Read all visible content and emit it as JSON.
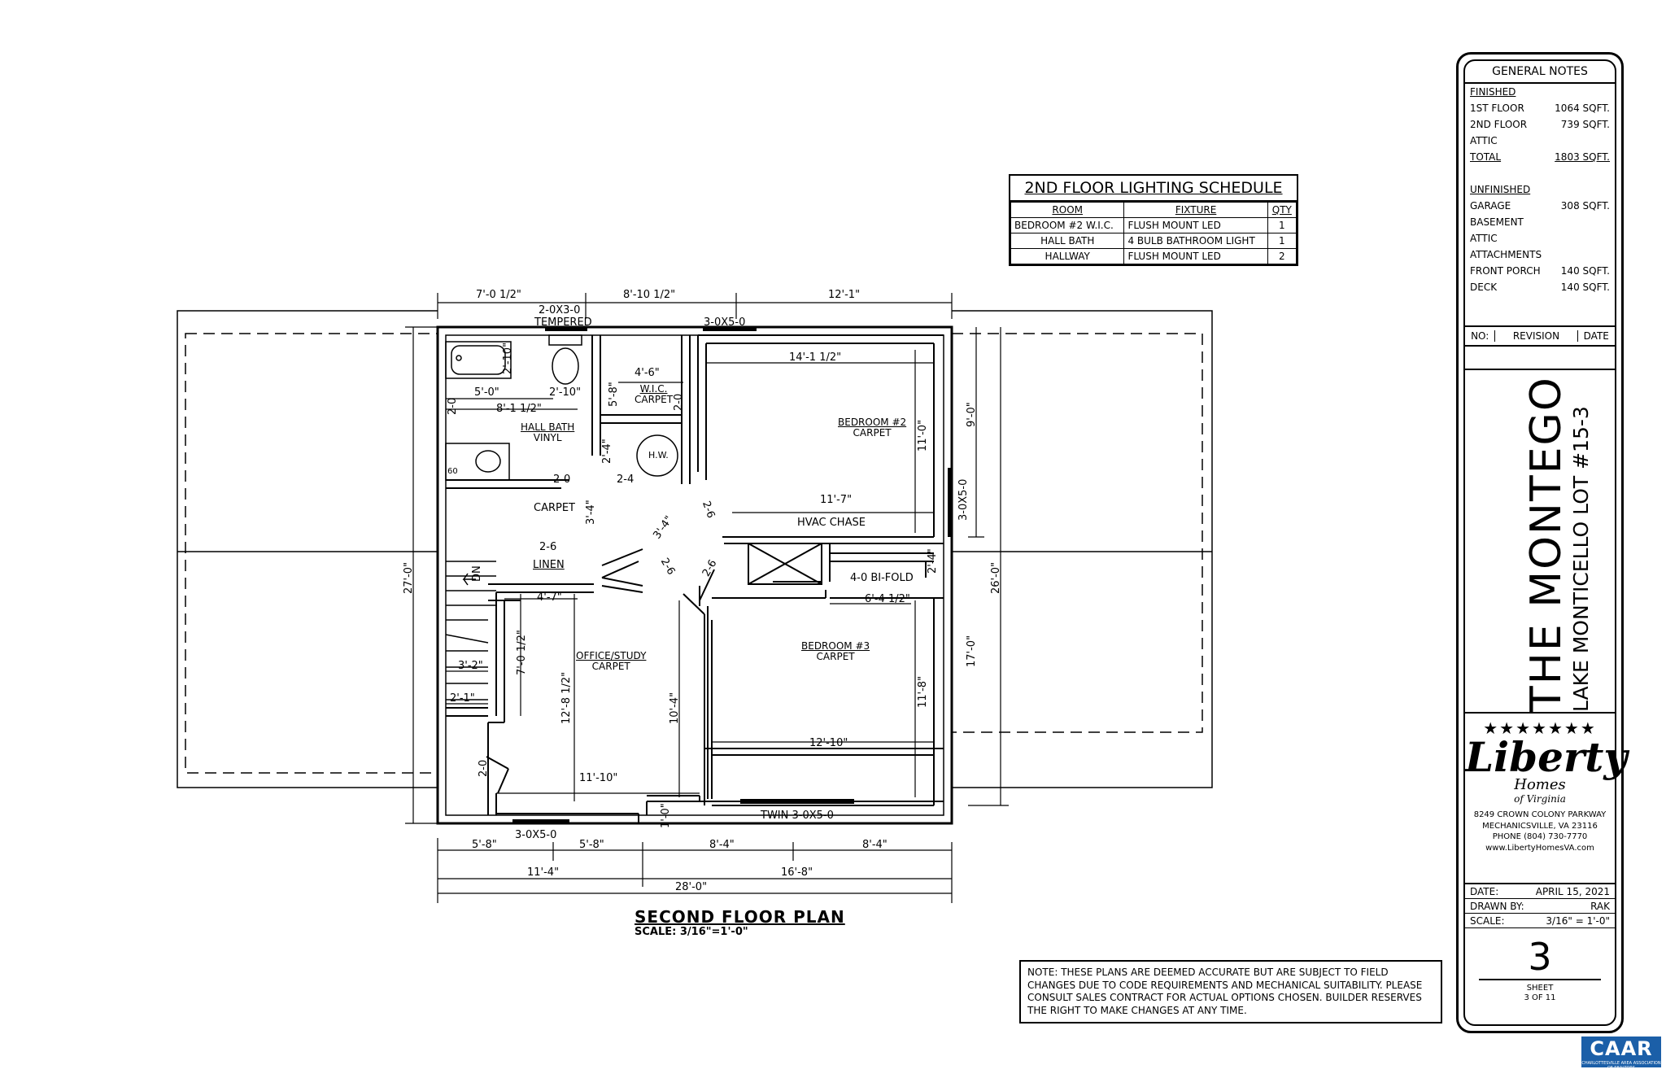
{
  "plan": {
    "title": "SECOND FLOOR PLAN",
    "scale": "SCALE: 3/16\"=1'-0\"",
    "rooms": {
      "hall_bath": [
        "HALL BATH",
        "VINYL"
      ],
      "wic": [
        "W.I.C.",
        "CARPET"
      ],
      "bedroom2": [
        "BEDROOM #2",
        "CARPET"
      ],
      "office": [
        "OFFICE/STUDY",
        "CARPET"
      ],
      "bedroom3": [
        "BEDROOM #3",
        "CARPET"
      ],
      "carpet": "CARPET",
      "linen": "LINEN",
      "hvac": "HVAC CHASE",
      "hw": "H.W.",
      "dn": "DN",
      "bifold": "4-0 BI-FOLD"
    },
    "windows": {
      "top_left": "2-0X3-0",
      "top_left_2": "TEMPERED",
      "top_right": "3-0X5-0",
      "right": "3-0X5-0",
      "bottom_left": "3-0X5-0",
      "bottom_right": "TWIN 3-0X5-0"
    },
    "dims_top": [
      "7'-0 1/2\"",
      "8'-10 1/2\"",
      "12'-1\""
    ],
    "dims_bottom_1": [
      "5'-8\"",
      "5'-8\"",
      "8'-4\"",
      "8'-4\""
    ],
    "dims_bottom_2": [
      "11'-4\"",
      "16'-8\""
    ],
    "dims_bottom_3": "28'-0\"",
    "dims_left": "27'-0\"",
    "dims_right": [
      "9'-0\"",
      "17'-0\"",
      "26'-0\""
    ],
    "dims_interior": {
      "d1": "14'-1 1/2\"",
      "d2": "11'-7\"",
      "d3": "12'-10\"",
      "d4": "11'-10\"",
      "d5": "6'-4 1/2\"",
      "d6": "4'-6\"",
      "d7": "5'-0\"",
      "d8": "2'-10\"",
      "d9": "8'-1 1/2\"",
      "d10": "4'-7\"",
      "d11": "3'-2\"",
      "d12": "2'-1\"",
      "d13": "2-0",
      "d14": "2-4",
      "d15": "2-6",
      "d16": "2-6",
      "d17": "2-6",
      "d18": "2-6",
      "d19": "3'-4\"",
      "d20": "3'-4\"",
      "d21": "11'-0\"",
      "d22": "11'-8\"",
      "d23": "10'-4\"",
      "d24": "12'-8 1/2\"",
      "d25": "7'-0 1/2\"",
      "d26": "2'-10\"",
      "d27": "5'-8\"",
      "d28": "2'-4\"",
      "d29": "2-0",
      "d30": "2-0",
      "d31": "1'-0\"",
      "d32": "2'-4\"",
      "d33": "2-0",
      "d34": "60"
    }
  },
  "lighting": {
    "title": "2ND FLOOR LIGHTING SCHEDULE",
    "headers": [
      "ROOM",
      "FIXTURE",
      "QTY"
    ],
    "rows": [
      [
        "BEDROOM #2 W.I.C.",
        "FLUSH MOUNT LED",
        "1"
      ],
      [
        "HALL BATH",
        "4 BULB BATHROOM LIGHT",
        "1"
      ],
      [
        "HALLWAY",
        "FLUSH MOUNT LED",
        "2"
      ]
    ]
  },
  "notes": {
    "header": "GENERAL NOTES",
    "finished": "FINISHED",
    "rows1": [
      [
        "1ST FLOOR",
        "1064 SQFT."
      ],
      [
        "2ND FLOOR",
        "739 SQFT."
      ],
      [
        "ATTIC",
        ""
      ],
      [
        "TOTAL",
        "1803 SQFT."
      ]
    ],
    "unfinished": "UNFINISHED",
    "rows2": [
      [
        "GARAGE",
        "308 SQFT."
      ],
      [
        "BASEMENT",
        ""
      ],
      [
        "ATTIC",
        ""
      ],
      [
        "ATTACHMENTS",
        ""
      ],
      [
        "FRONT PORCH",
        "140 SQFT."
      ],
      [
        "DECK",
        "140 SQFT."
      ]
    ],
    "rev": [
      "NO:",
      "REVISION",
      "DATE"
    ]
  },
  "project": {
    "title": "THE MONTEGO",
    "subtitle": "LAKE MONTICELLO LOT #15-3"
  },
  "logo": {
    "stars": "★★★★★★★",
    "name": "Liberty",
    "homes": "Homes",
    "of_va": "of Virginia",
    "addr1": "8249 CROWN COLONY PARKWAY",
    "addr2": "MECHANICSVILLE, VA 23116",
    "addr3": "PHONE (804) 730-7770",
    "addr4": "www.LibertyHomesVA.com"
  },
  "meta": {
    "date_label": "DATE:",
    "date": "APRIL 15, 2021",
    "drawn_label": "DRAWN BY:",
    "drawn": "RAK",
    "scale_label": "SCALE:",
    "scale": "3/16\" = 1'-0\""
  },
  "sheet": {
    "num": "3",
    "label1": "SHEET",
    "label2": "3 OF 11"
  },
  "note_text": "NOTE: THESE PLANS ARE DEEMED ACCURATE BUT ARE SUBJECT TO FIELD CHANGES DUE TO CODE REQUIREMENTS AND MECHANICAL SUITABILITY. PLEASE CONSULT SALES CONTRACT FOR ACTUAL OPTIONS CHOSEN. BUILDER RESERVES THE RIGHT TO MAKE CHANGES AT ANY TIME.",
  "badge": {
    "text": "CAAR",
    "sub": "CHARLOTTESVILLE AREA ASSOCIATION OF REALTORS"
  }
}
